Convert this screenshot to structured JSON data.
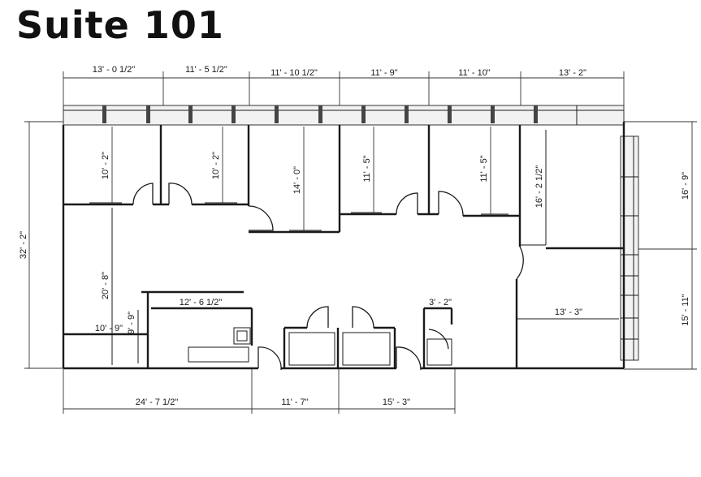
{
  "title": "Suite 101",
  "top_dims": [
    "13' - 0 1/2\"",
    "11' - 5 1/2\"",
    "11' - 10 1/2\"",
    "11' - 9\"",
    "11' - 10\"",
    "13' - 2\""
  ],
  "bottom_dims": [
    "24' - 7 1/2\"",
    "11' - 7\"",
    "15' - 3\""
  ],
  "left_dim": "32' - 2\"",
  "right_dims": [
    "16' - 9\"",
    "15' - 11\""
  ],
  "room_dims": {
    "office1": "10' - 2\"",
    "office2": "10' - 2\"",
    "office3": "14' - 0\"",
    "office4": "11' - 5\"",
    "office5": "11' - 5\"",
    "corner_office": "16' - 2 1/2\"",
    "corridor_left": "20' - 8\"",
    "storage_w": "10' - 9\"",
    "storage_h": "9' - 9\"",
    "kitchen": "12' - 6 1/2\"",
    "closet": "3' - 2\"",
    "lower_right": "13' - 3\""
  }
}
